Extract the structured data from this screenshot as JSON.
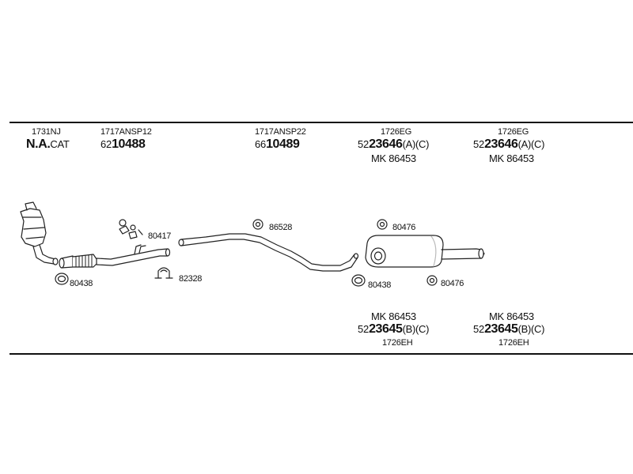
{
  "top_parts": [
    {
      "code": "1731NJ",
      "num_prefix": "N.A.",
      "num_main": "",
      "suffix": "CAT",
      "mk": ""
    },
    {
      "code": "1717ANSP12",
      "num_prefix": "62",
      "num_main": "10488",
      "suffix": "",
      "mk": ""
    },
    {
      "code": "1717ANSP22",
      "num_prefix": "66",
      "num_main": "10489",
      "suffix": "",
      "mk": ""
    },
    {
      "code": "1726EG",
      "num_prefix": "52",
      "num_main": "23646",
      "suffix": "(A)(C)",
      "mk": "MK 86453"
    },
    {
      "code": "1726EG",
      "num_prefix": "52",
      "num_main": "23646",
      "suffix": "(A)(C)",
      "mk": "MK 86453"
    }
  ],
  "bottom_parts": [
    {
      "mk": "MK 86453",
      "num_prefix": "52",
      "num_main": "23645",
      "suffix": "(B)(C)",
      "code": "1726EH"
    },
    {
      "mk": "MK 86453",
      "num_prefix": "52",
      "num_main": "23645",
      "suffix": "(B)(C)",
      "code": "1726EH"
    }
  ],
  "component_codes": [
    "80438",
    "80417",
    "82328",
    "86528",
    "80476",
    "80438",
    "80476"
  ]
}
